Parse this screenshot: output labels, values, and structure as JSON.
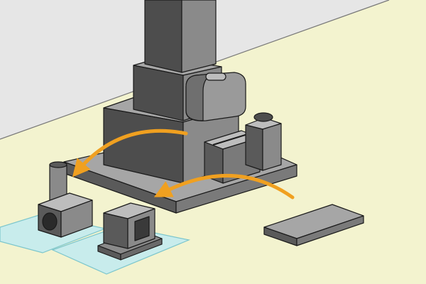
{
  "diagram": {
    "title": "",
    "colors": {
      "wall": "#e6e6e6",
      "floor": "#f3f3cf",
      "floor_line": "#c8c8a8",
      "mat": "#c8ecec",
      "mat_edge": "#7cc6cc",
      "stone_dark": "#4d4d4d",
      "stone_mid": "#6a6a6a",
      "stone_light": "#8a8a8a",
      "stone_top": "#a6a6a6",
      "stone_bright": "#bdbdbd",
      "arrow": "#f0a020",
      "outline": "#1a1a1a"
    },
    "components": [
      "wall",
      "floor",
      "tall-pillar",
      "upper-base",
      "middle-base",
      "lower-platform",
      "rounded-stone",
      "flower-box",
      "incense-holder",
      "small-stone-box",
      "cylinder-vase",
      "lantern-frame",
      "flat-slab",
      "left-mat",
      "right-mat",
      "move-arrow-left",
      "move-arrow-right"
    ]
  }
}
